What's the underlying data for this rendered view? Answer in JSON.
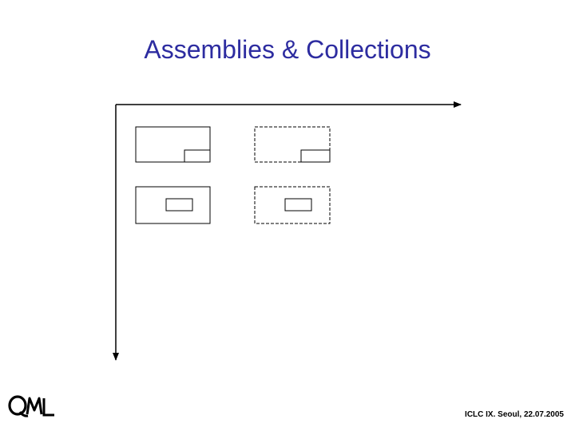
{
  "slide": {
    "title": "Assemblies & Collections",
    "footer": "ICLC IX. Seoul, 22.07.2005",
    "logo_text": "QML"
  },
  "colors": {
    "title": "#2d2ca0",
    "lines": "#000000",
    "background": "#ffffff"
  },
  "diagram": {
    "axes": [
      "horizontal-arrow",
      "vertical-arrow"
    ],
    "boxes": [
      {
        "name": "solid-box-corner-part",
        "border": "solid",
        "inner_part": "bottom-right-corner"
      },
      {
        "name": "dashed-box-corner-part",
        "border": "dashed",
        "inner_part": "bottom-right-corner"
      },
      {
        "name": "solid-box-center-part",
        "border": "solid",
        "inner_part": "center"
      },
      {
        "name": "dashed-box-center-part",
        "border": "dashed",
        "inner_part": "center"
      }
    ]
  }
}
